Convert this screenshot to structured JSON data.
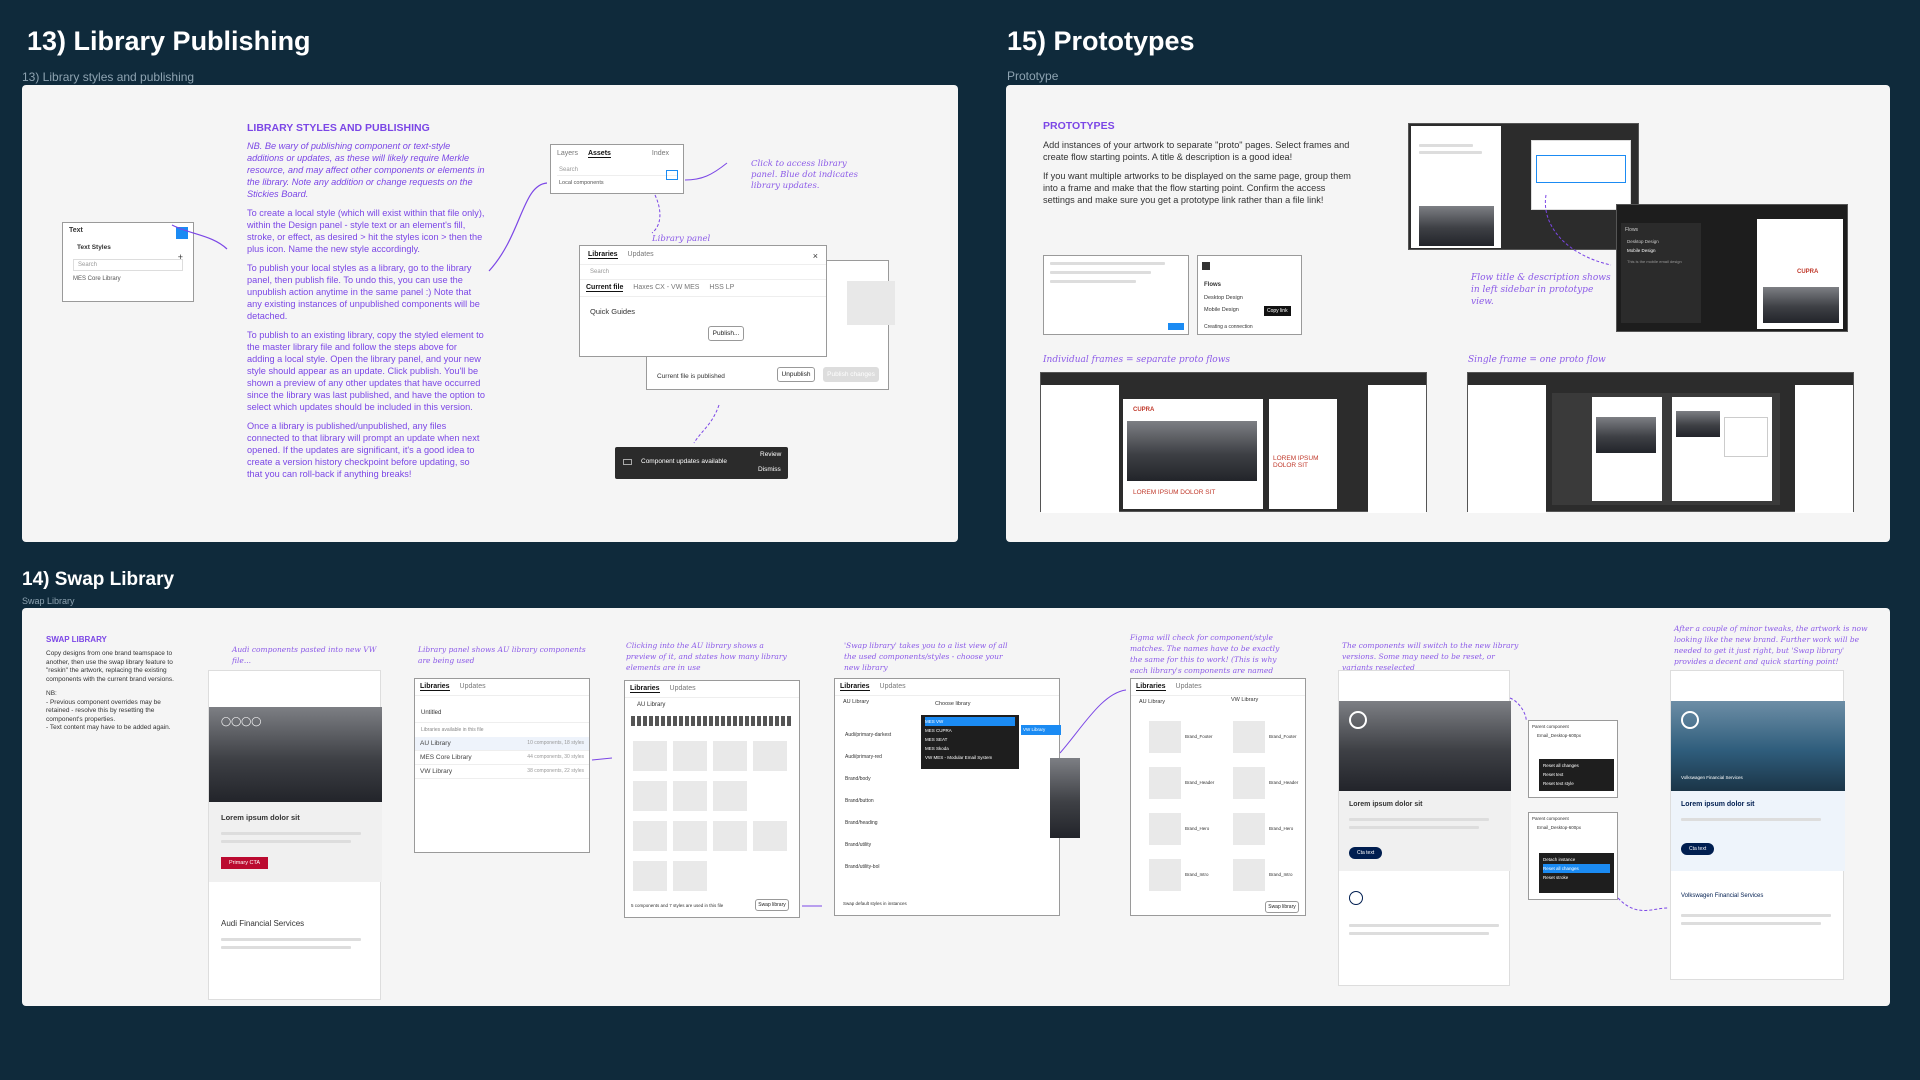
{
  "sections": {
    "library_publishing": {
      "title": "13) Library Publishing",
      "subtitle": "13) Library styles and publishing"
    },
    "prototypes": {
      "title": "15) Prototypes",
      "subtitle": "Prototype"
    },
    "swap_library": {
      "title": "14) Swap Library",
      "subtitle": "Swap Library"
    }
  },
  "lib_pub": {
    "heading": "LIBRARY STYLES AND PUBLISHING",
    "nb": "NB. Be wary of publishing component or text-style additions or updates, as these will likely require Merkle resource, and may affect other components or elements in the library. Note any addition or change requests on the Stickies Board.",
    "p1": "To create a local style (which will exist within that file only), within the Design panel - style text or an element's fill, stroke, or effect, as desired > hit the styles icon > then the plus icon. Name the new style accordingly.",
    "p2": "To publish your local styles as a library, go to the library panel, then publish file. To undo this, you can use the unpublish action anytime in the same panel :) Note that any existing instances of unpublished components will be detached.",
    "p3": "To publish to an existing library, copy the styled element to the master library file and follow the steps above for adding a local style. Open the library panel, and your new style should appear as an update. Click publish. You'll be shown a preview of any other updates that have occurred since the library was last published, and have the option to select which updates should be included in this version.",
    "p4": "Once a library is published/unpublished, any files connected to that library will prompt an update when next opened. If the updates are significant, it's a good idea to create a version history checkpoint before updating, so that you can roll-back if anything breaks!",
    "text_panel": {
      "title": "Text",
      "styles": "Text Styles",
      "search": "Search",
      "item": "MES Core Library"
    },
    "assets_panel": {
      "layers": "Layers",
      "assets": "Assets",
      "index": "Index",
      "search": "Search",
      "local": "Local components"
    },
    "note_access": "Click to access library panel. Blue dot indicates library updates.",
    "note_panel": "Library panel",
    "libraries_panel": {
      "tab1": "Libraries",
      "tab2": "Updates",
      "search": "Search",
      "file_tabs": [
        "Current file",
        "Haxes CX - VW MES",
        "HSS LP"
      ],
      "file": "Quick Guides",
      "publish": "Publish..."
    },
    "published_panel": {
      "status": "Current file is published",
      "unpublish": "Unpublish",
      "publish_changes": "Publish changes"
    },
    "toast": {
      "text": "Component updates available",
      "review": "Review",
      "dismiss": "Dismiss"
    }
  },
  "proto": {
    "heading": "PROTOTYPES",
    "p1": "Add instances of your artwork to separate \"proto\" pages. Select frames and create flow starting points. A title & description is a good idea!",
    "p2": "If you want multiple artworks to be displayed on the same page, group them into a frame and make that the flow starting point. Confirm the access settings and make sure you get a prototype link rather than a file link!",
    "note_flow": "Flow title & description shows in left sidebar in prototype view.",
    "note_individual": "Individual frames = separate proto flows",
    "note_single": "Single frame = one proto flow",
    "desc_title": "Description",
    "desc_text": "This is the mobile email design",
    "share_menu": {
      "flows": "Flows",
      "desktop": "Desktop Design",
      "mobile": "Mobile Design",
      "copy": "Copy link",
      "create": "Creating a connection"
    },
    "brand": "CUPRA",
    "lorem": "LOREM IPSUM DOLOR SIT"
  },
  "swap": {
    "heading": "SWAP LIBRARY",
    "p1": "Copy designs from one brand teamspace to another, then use the swap library feature to \"reskin\" the artwork, replacing the existing components with the current brand versions.",
    "nb": "NB:",
    "b1": "- Previous component overrides may be retained - resolve this by resetting the component's properties.",
    "b2": "- Text content may have to be added again.",
    "notes": [
      "Audi components pasted into new VW file...",
      "Library panel shows AU library components are being used",
      "Clicking into the AU library shows a preview of it, and states how many library elements are in use",
      "'Swap library' takes you to a list view of all the used components/styles - choose your new library",
      "Figma will check for component/style matches. The names have to be exactly the same for this to work! (This is why each library's components are named 'Brand_xx' instead of 'Audi_xx' or 'Cupra_xx')",
      "The components will switch to the new library versions. Some may need to be reset, or variants reselected",
      "After a couple of minor tweaks, the artwork is now looking like the new brand. Further work will be needed to get it just right, but 'Swap library' provides a decent and quick starting point!"
    ],
    "audi": {
      "brand": "Audi Financial Services",
      "lorem": "Lorem ipsum dolor sit",
      "cta": "Primary CTA"
    },
    "vw": {
      "brand": "Volkswagen Financial Services",
      "lorem": "Lorem ipsum dolor sit",
      "cta": "Cta text"
    },
    "lib_list": {
      "tab1": "Libraries",
      "tab2": "Updates",
      "untitled": "Untitled",
      "available": "Libraries available in this file",
      "items": [
        "AU Library",
        "MES Core Library",
        "VW Library"
      ],
      "meta": [
        "10 components, 18 styles",
        "44 components, 30 styles",
        "38 components, 22 styles"
      ]
    },
    "au_preview": {
      "title": "AU Library",
      "footer": "5 components and 7 styles are used in this file",
      "swap": "Swap library"
    },
    "swap_list": {
      "title": "AU Library",
      "choose": "Choose library",
      "options": [
        "MES VW",
        "MES CUPRA",
        "MES SEAT",
        "MES Skoda",
        "VW MES - Modular Email System"
      ],
      "selected": "VW Library",
      "items": [
        "Audi/primary-darkest",
        "Audi/primary-red",
        "Brand/body",
        "Brand/button",
        "Brand/heading",
        "Brand/utility",
        "Brand/utility-bol"
      ],
      "checkbox": "Swap default styles in instances"
    },
    "match": {
      "from": "AU Library",
      "to": "VW Library",
      "items": [
        "Brand_Footer",
        "Brand_Header",
        "Brand_Hero",
        "Brand_Intro"
      ],
      "swap": "Swap library"
    },
    "reset_menu": {
      "parent": "Parent component",
      "instance": "Email_Desktop-600px",
      "items": [
        "Reset all changes",
        "Reset text",
        "Reset text style"
      ],
      "detach": "Detach instance",
      "reset_all": "Reset all changes",
      "reset_stroke": "Reset stroke"
    }
  }
}
